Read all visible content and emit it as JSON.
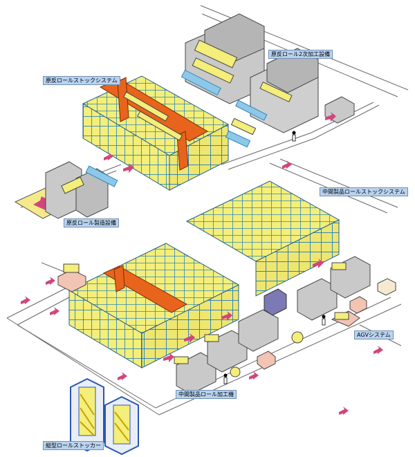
{
  "labels": {
    "raw_roll_stock_system": "原反ロールストックシステム",
    "raw_roll_secondary_processing": "原反ロール2次加工設備",
    "raw_roll_manufacturing": "原反ロール製造設備",
    "intermediate_roll_stock_system": "中間製品ロールストックシステム",
    "agv_system": "AGVシステム",
    "intermediate_roll_processing": "中間製品ロール加工機",
    "vertical_roll_stocker": "縦型ロールストッカー"
  },
  "colors": {
    "rack_frame": "#2f86b8",
    "roll": "#f4ee7a",
    "crane": "#e8641c",
    "machine": "#c9c9c9",
    "floor_line": "#666666",
    "arrow": "#d2457c",
    "raw_material_sheet": "#f5ea8a",
    "box": "#f2c4b4",
    "label_bg": "#b9d3ef",
    "stocker_frame": "#2b55b5"
  },
  "icons": [
    "conveyor-arrow-icon",
    "operator-icon",
    "roll-icon"
  ]
}
